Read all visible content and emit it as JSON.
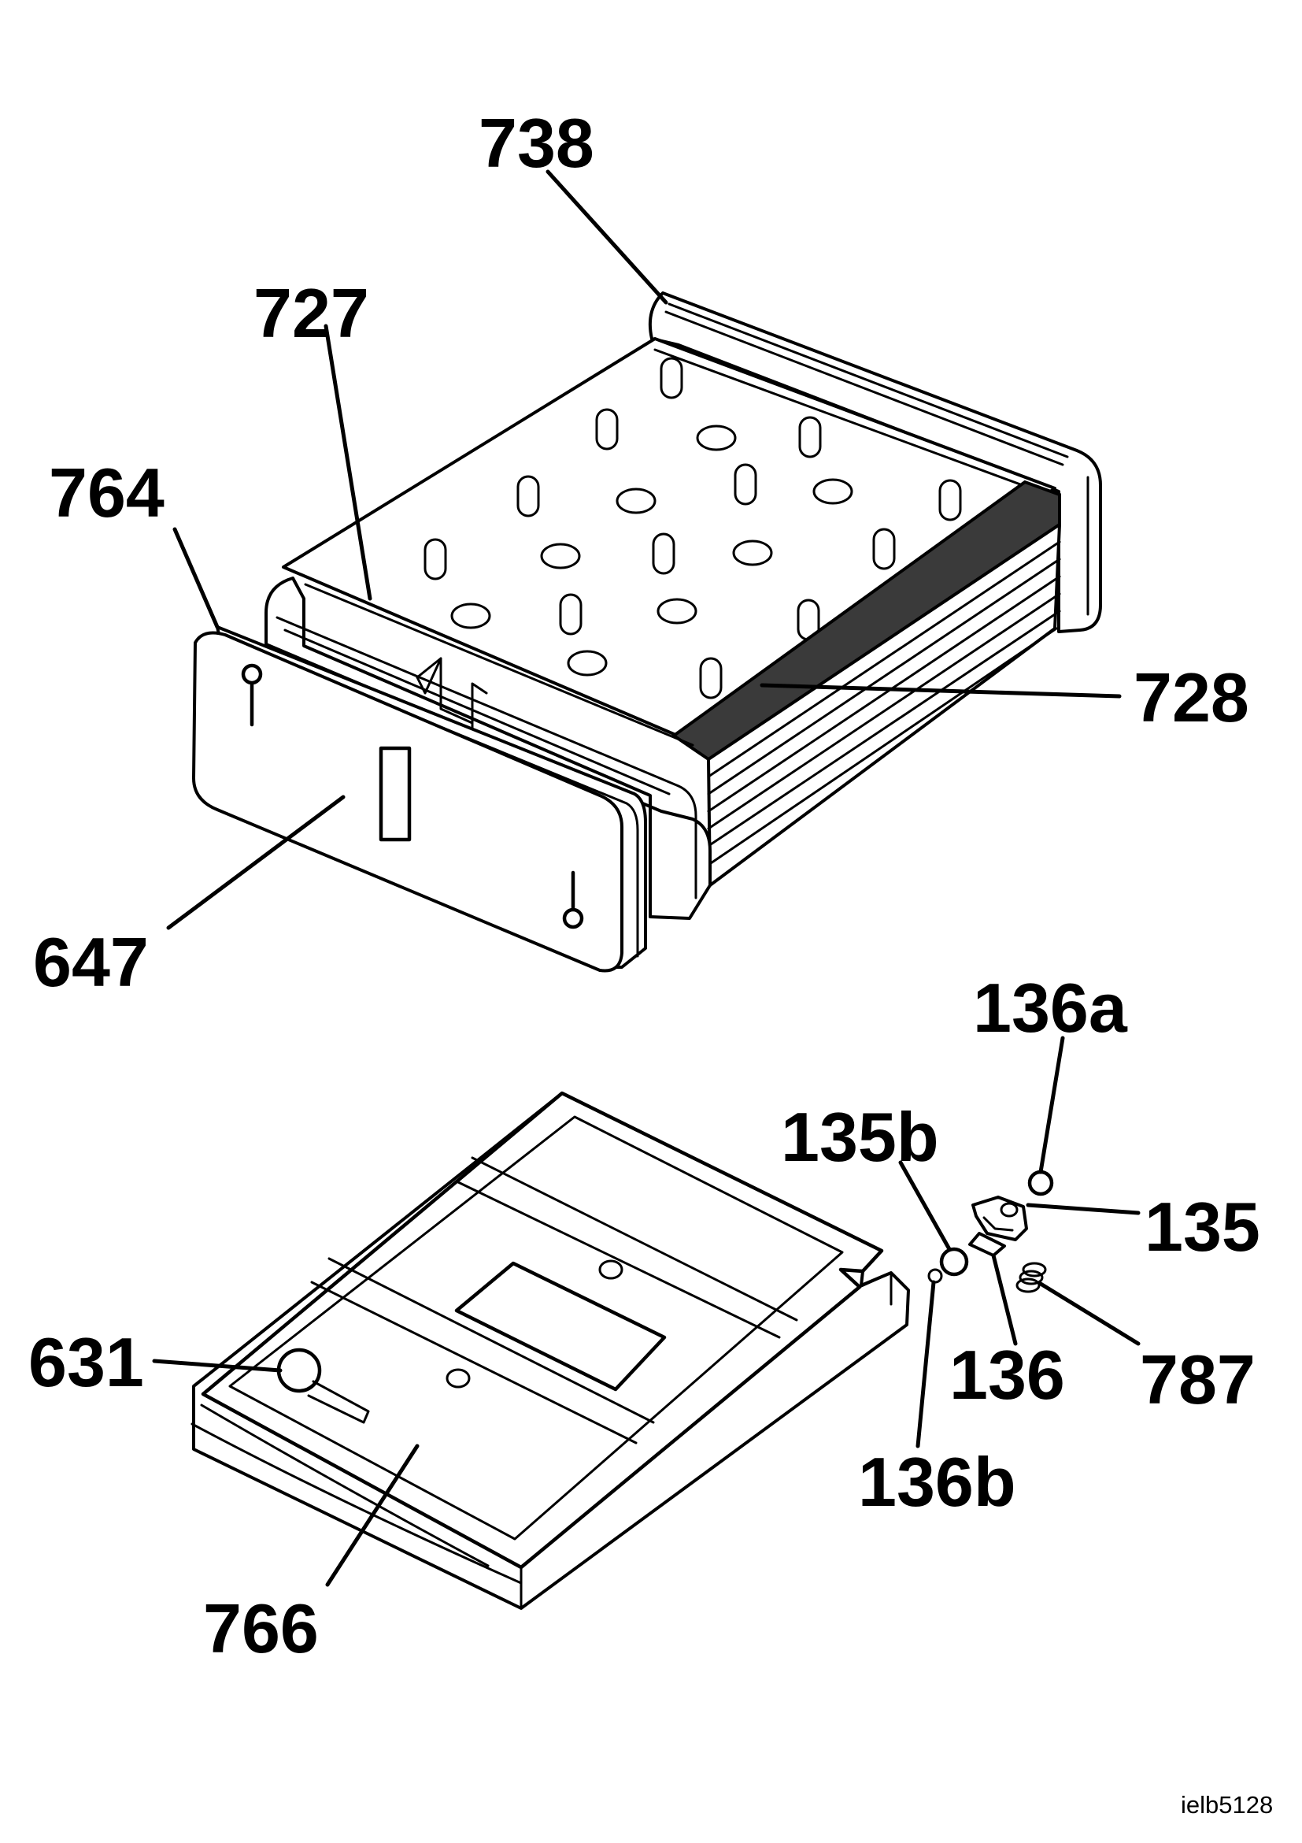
{
  "diagram": {
    "labels": {
      "l738": "738",
      "l727": "727",
      "l764": "764",
      "l728": "728",
      "l647": "647",
      "l136a": "136a",
      "l135b": "135b",
      "l135": "135",
      "l631": "631",
      "l136": "136",
      "l787": "787",
      "l136b": "136b",
      "l766": "766"
    },
    "reference": "ielb5128"
  }
}
